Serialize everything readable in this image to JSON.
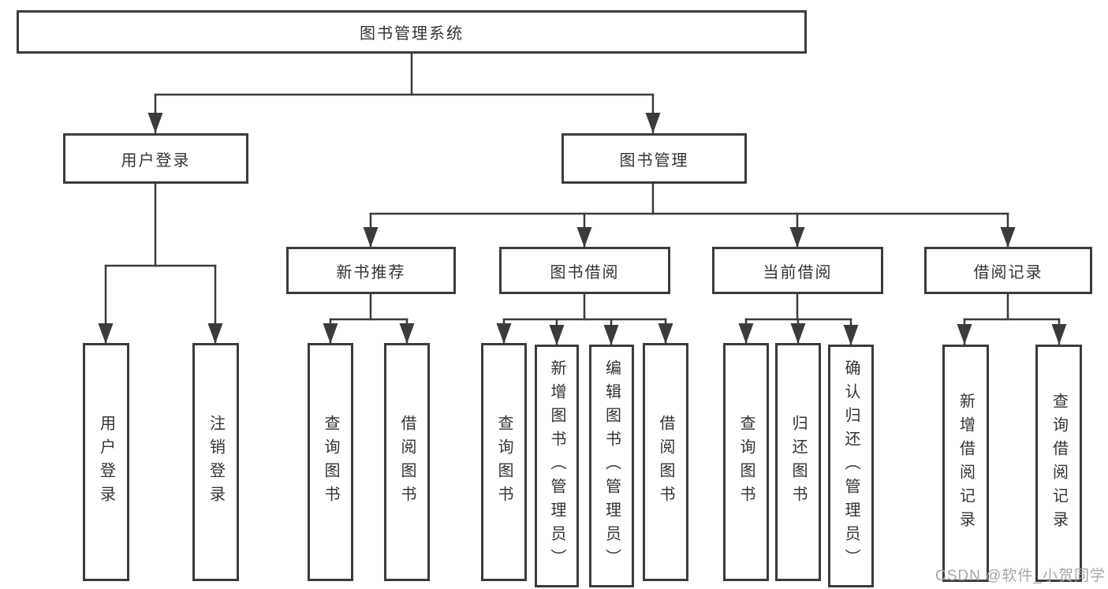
{
  "colors": {
    "line": "#3b3b3b",
    "text": "#333333",
    "box_background": "#ffffff",
    "watermark": "#a6a6a6"
  },
  "watermark": {
    "text": "CSDN @软件_小贺同学"
  },
  "tree": {
    "root": {
      "label": "图书管理系统"
    },
    "children": [
      {
        "label": "用户登录",
        "children": [
          {
            "label": "用户登录"
          },
          {
            "label": "注销登录"
          }
        ]
      },
      {
        "label": "图书管理",
        "children": [
          {
            "label": "新书推荐",
            "children": [
              {
                "label": "查询图书"
              },
              {
                "label": "借阅图书"
              }
            ]
          },
          {
            "label": "图书借阅",
            "children": [
              {
                "label": "查询图书"
              },
              {
                "label": "新增图书（管理员）"
              },
              {
                "label": "编辑图书（管理员）"
              },
              {
                "label": "借阅图书"
              }
            ]
          },
          {
            "label": "当前借阅",
            "children": [
              {
                "label": "查询图书"
              },
              {
                "label": "归还图书"
              },
              {
                "label": "确认归还（管理员）"
              }
            ]
          },
          {
            "label": "借阅记录",
            "children": [
              {
                "label": "新增借阅记录"
              },
              {
                "label": "查询借阅记录"
              }
            ]
          }
        ]
      }
    ]
  }
}
